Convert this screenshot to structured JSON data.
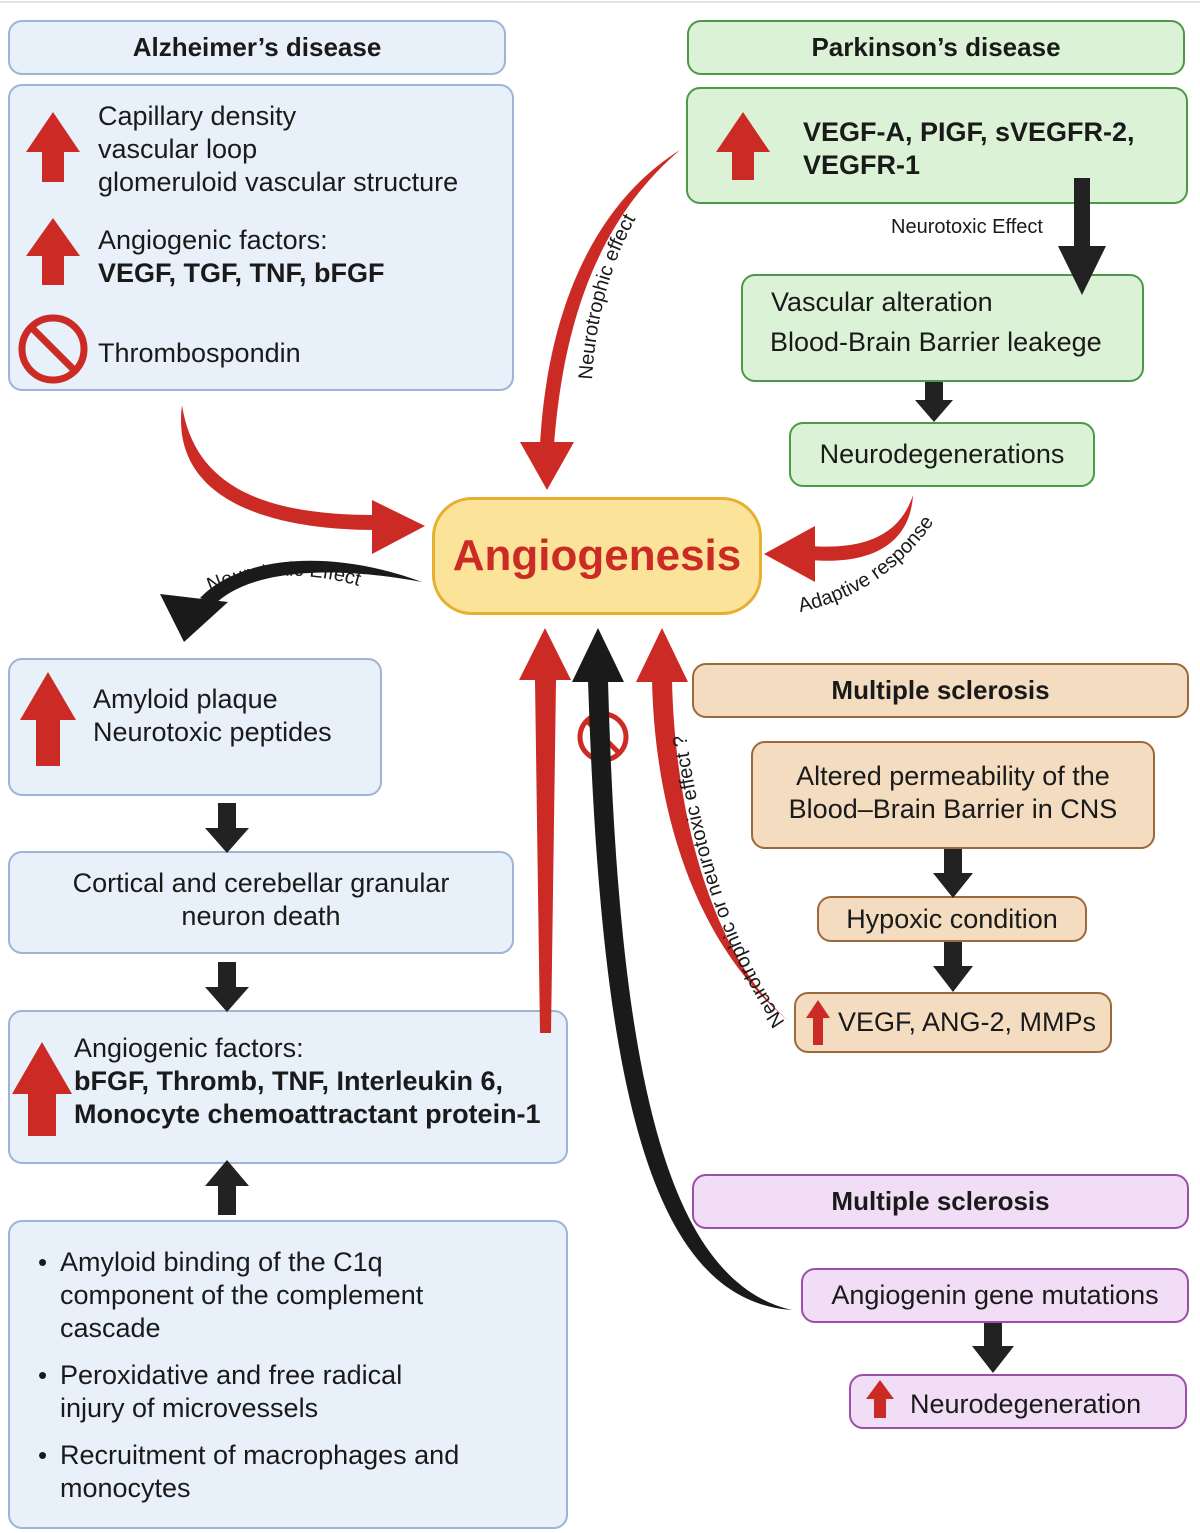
{
  "alzheimer": {
    "title": "Alzheimer’s disease",
    "top_line1": "Capillary density",
    "top_line2": "vascular loop",
    "top_line3": "glomeruloid vascular structure",
    "factors_label": "Angiogenic factors:",
    "factors_list": "VEGF, TGF, TNF, bFGF",
    "inhibited": "Thrombospondin",
    "amyloid_line1": "Amyloid plaque",
    "amyloid_line2": "Neurotoxic peptides",
    "death_line1": "Cortical and cerebellar granular",
    "death_line2": "neuron death",
    "factors2_label": "Angiogenic factors:",
    "factors2_line1": "bFGF, Thromb, TNF, Interleukin 6,",
    "factors2_line2": "Monocyte chemoattractant protein-1",
    "causes": [
      [
        "Amyloid binding of the C1q",
        "component of the complement",
        "cascade"
      ],
      [
        "Peroxidative and free radical",
        "injury of microvessels"
      ],
      [
        "Recruitment of macrophages and",
        "monocytes"
      ]
    ]
  },
  "parkinson": {
    "title": "Parkinson’s disease",
    "factors_line1": "VEGF-A, PIGF, sVEGFR-2,",
    "factors_line2": "VEGFR-1",
    "neurotoxic_label": "Neurotoxic Effect",
    "vascular_line1": "Vascular alteration",
    "vascular_line2": "Blood-Brain Barrier leakege",
    "neurodegen": "Neurodegenerations"
  },
  "center": {
    "label": "Angiogenesis"
  },
  "flow_labels": {
    "neurotrophic": "Neurotrophic  effect",
    "adaptive": "Adaptive response",
    "neurotoxic_left": "Neurotoxic Effect",
    "ms_effect": "Neurotrophic or neurotoxic  effect ?"
  },
  "ms": {
    "title": "Multiple sclerosis",
    "perm_line1": "Altered permeability of the",
    "perm_line2": "Blood–Brain Barrier in CNS",
    "hypoxic": "Hypoxic condition",
    "factors": "VEGF, ANG-2, MMPs"
  },
  "ms2": {
    "title": "Multiple sclerosis",
    "mutation": "Angiogenin gene mutations",
    "neurodegen": "Neurodegeneration"
  },
  "colors": {
    "red": "#cc2a25",
    "black": "#1a1a1a",
    "angio_fill": "#fbe39a"
  }
}
